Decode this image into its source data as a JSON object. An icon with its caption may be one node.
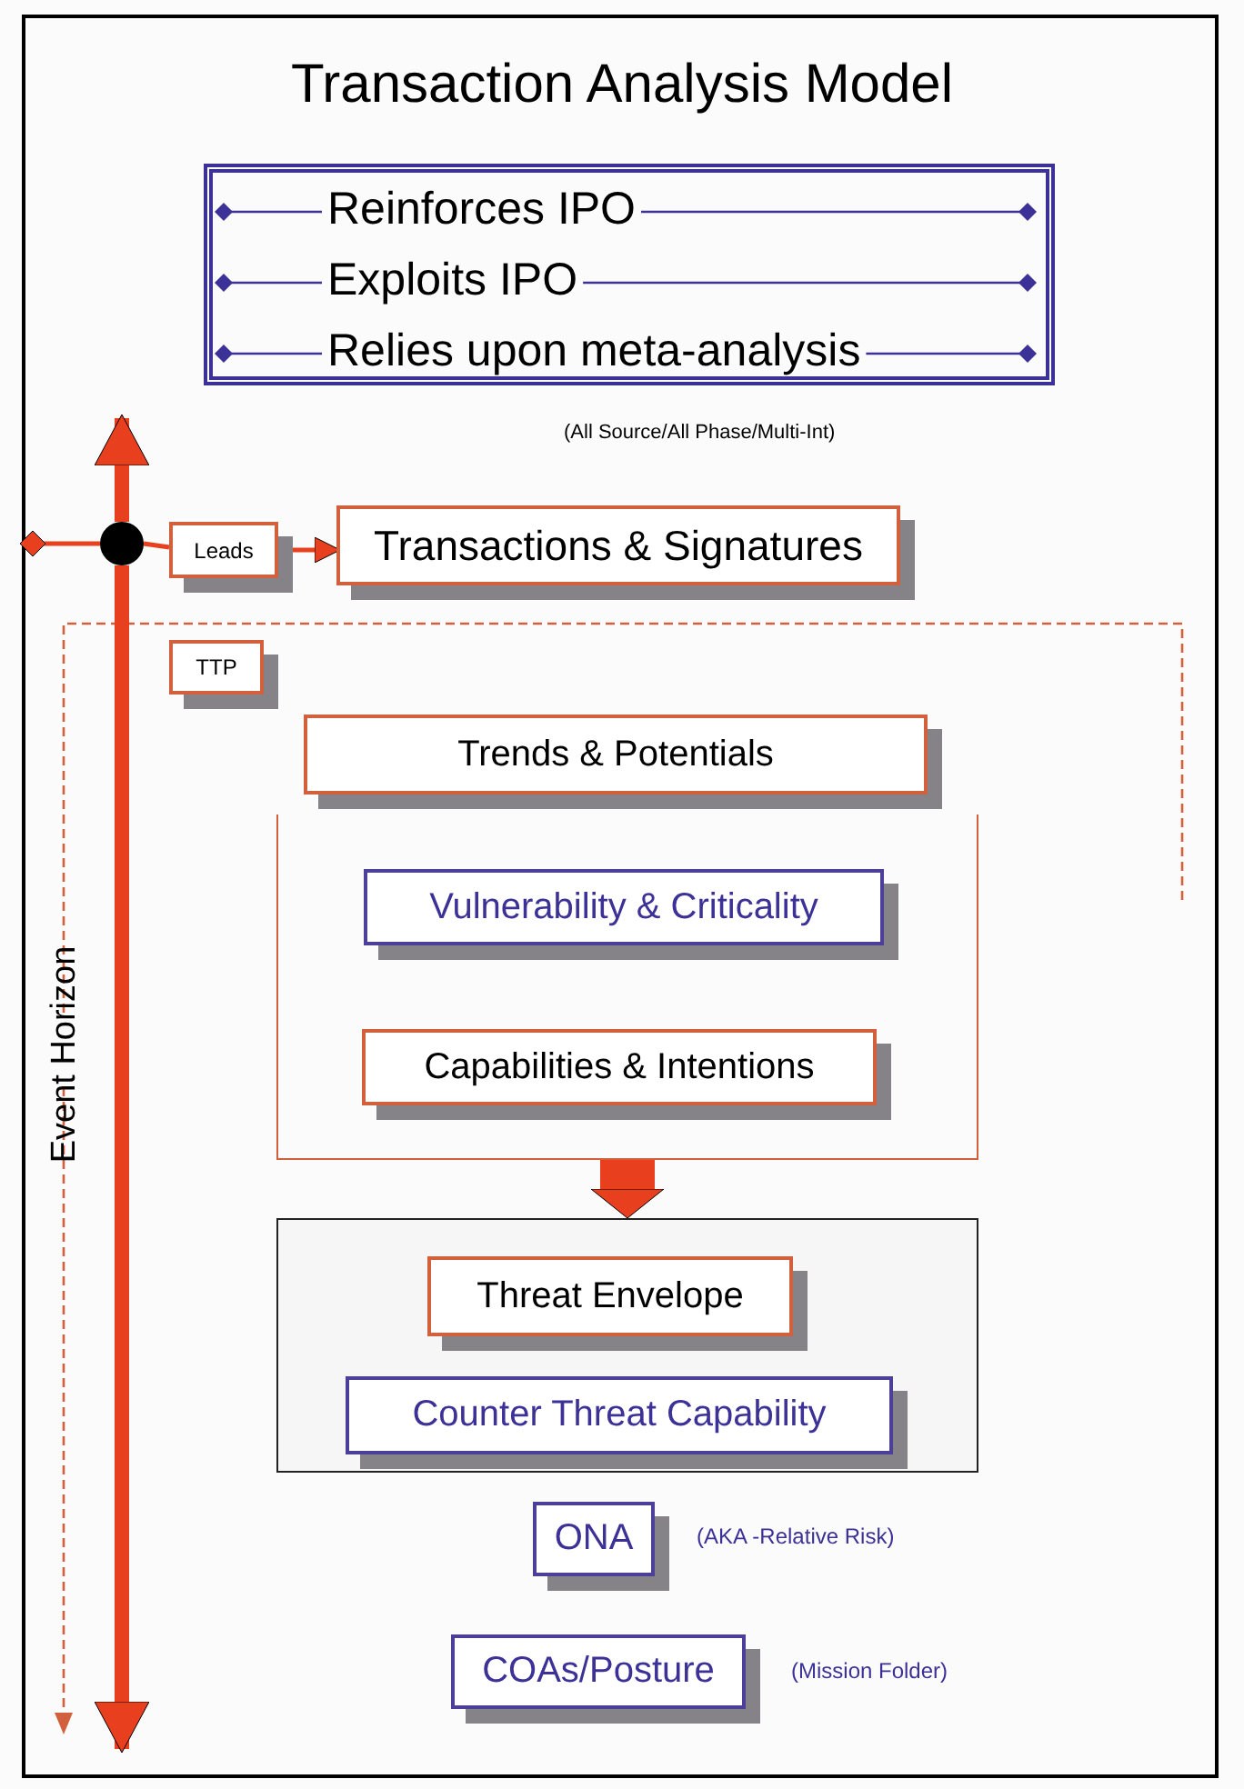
{
  "diagram": {
    "title": "Transaction Analysis Model",
    "nodes": [
      {
        "text": [
          "Reinforces IPO",
          "Exploits IPO",
          "Relies upon meta-analysis"
        ],
        "beside": [
          "(All Source/All Phase/Multi-Int)"
        ]
      },
      {
        "text": [],
        "shape": "circle"
      },
      {
        "text": [
          "Leads"
        ]
      },
      {
        "text": [
          "Transactions & Signatures"
        ]
      },
      {
        "text": [
          "TTP"
        ]
      },
      {
        "text": [
          "Trends & Potentials"
        ]
      },
      {
        "text": [],
        "shape": "box"
      },
      {
        "text": [
          "Vulnerability & Criticality"
        ],
        "in": 6
      },
      {
        "text": [
          "Capabilities & Intentions"
        ],
        "in": 6
      },
      {
        "text": [],
        "shape": "box"
      },
      {
        "text": [
          "Threat Envelope"
        ],
        "in": 9
      },
      {
        "text": [
          "Counter Threat Capability"
        ],
        "in": 9
      },
      {
        "text": [
          "ONA"
        ],
        "beside": [
          "(AKA -Relative Risk)"
        ]
      },
      {
        "text": [
          "COAs/Posture"
        ],
        "beside": [
          "(Mission Folder)"
        ]
      }
    ],
    "edges": [
      {
        "from": null,
        "to": 1,
        "arrow": "other"
      },
      {
        "from": 1,
        "to": null,
        "arrow": "to",
        "style": "thick"
      },
      {
        "from": 1,
        "to": null,
        "arrow": "to",
        "style": "thick"
      },
      {
        "from": 1,
        "to": 2,
        "arrow": "none"
      },
      {
        "from": 2,
        "to": 3,
        "arrow": "to"
      },
      {
        "from": 6,
        "to": 9,
        "arrow": "to",
        "style": "thick"
      }
    ],
    "labels": [
      "Event Horizon"
    ]
  }
}
